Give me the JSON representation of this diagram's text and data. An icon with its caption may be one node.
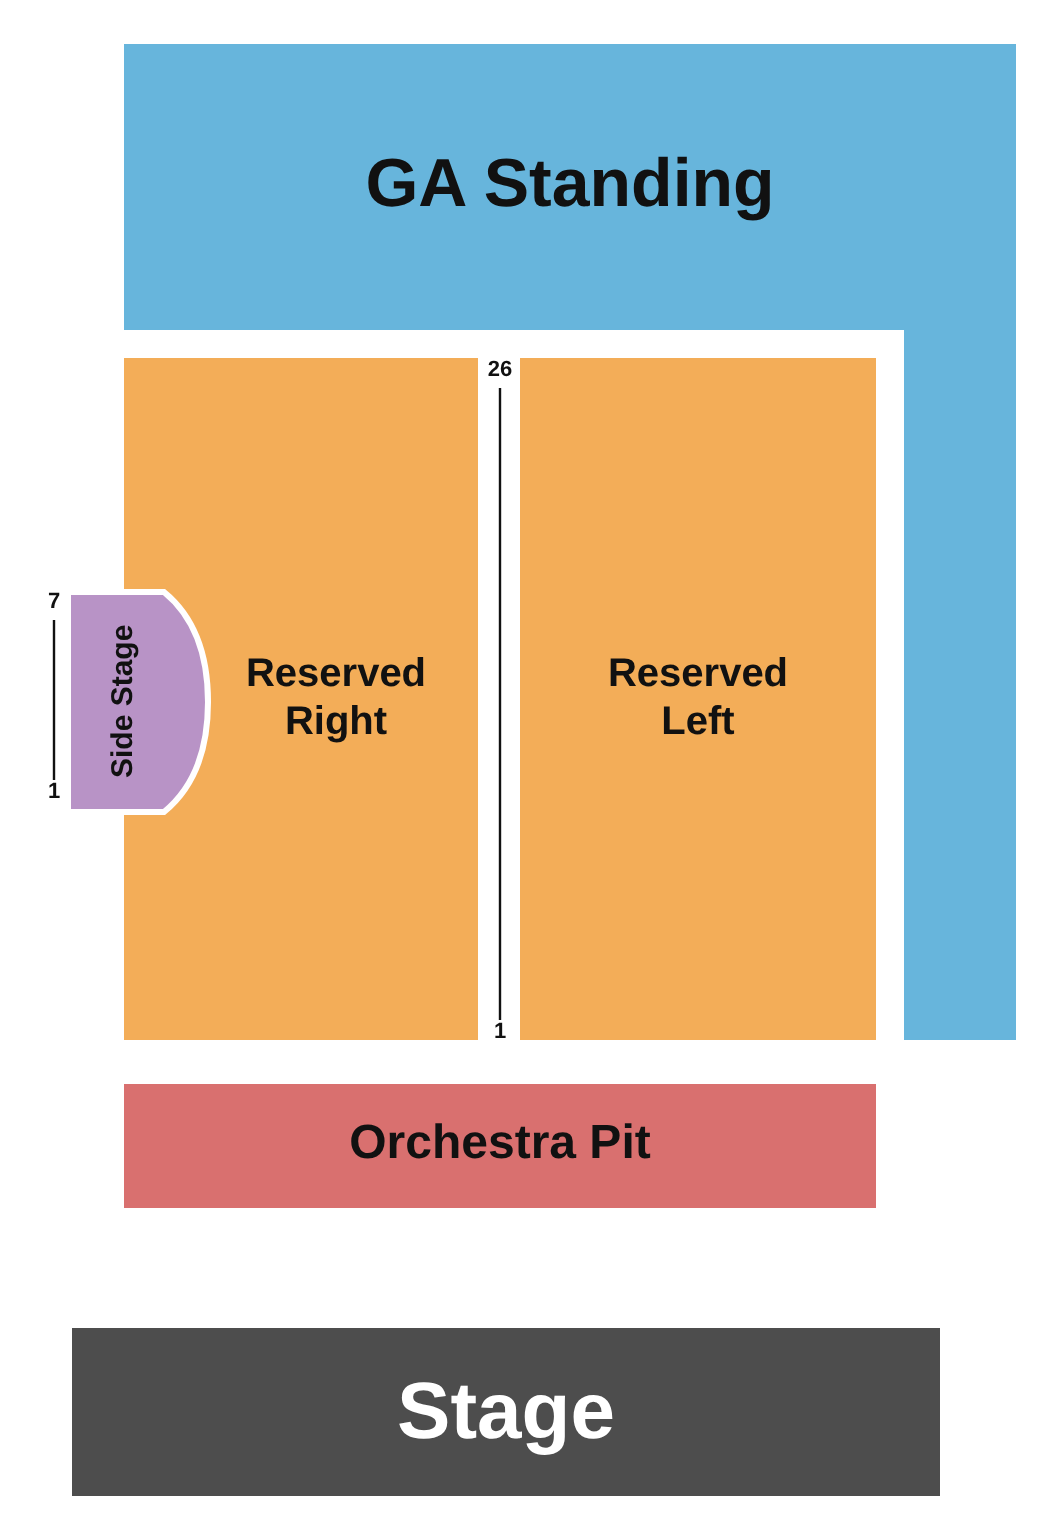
{
  "diagram": {
    "nodes": [
      {
        "text": [
          "GA Standing"
        ]
      },
      {
        "text": [
          "Reserved Right"
        ]
      },
      {
        "text": [
          "Side Stage"
        ]
      },
      {
        "text": [
          "Reserved Left"
        ]
      },
      {
        "text": [
          "Orchestra Pit"
        ]
      },
      {
        "text": [
          "Stage"
        ]
      }
    ],
    "labels": [
      "26",
      "7",
      "1",
      "1"
    ]
  }
}
